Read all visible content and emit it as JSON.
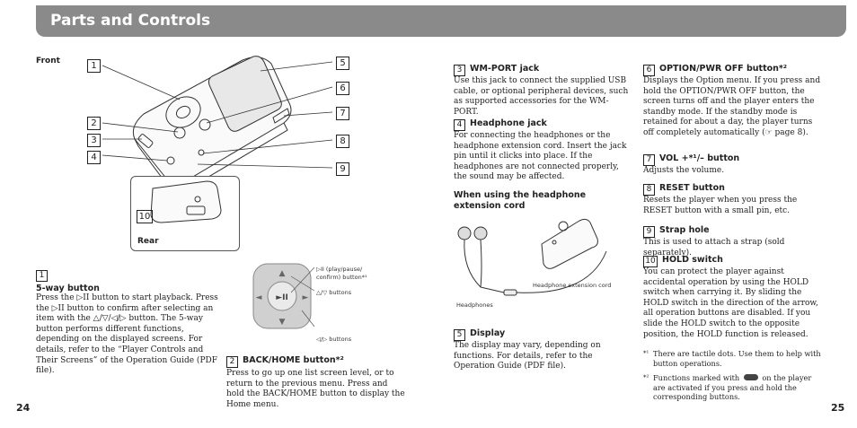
{
  "header": {
    "title": "Parts and Controls"
  },
  "figure": {
    "front_label": "Front",
    "rear_label": "Rear",
    "callouts": [
      "1",
      "5",
      "6",
      "2",
      "7",
      "3",
      "8",
      "4",
      "9",
      "10"
    ],
    "headphone_labels": {
      "headphones": "Headphones",
      "extension": "Headphone extension cord"
    }
  },
  "button_diagram": {
    "play_label": "▷II (play/pause/ confirm) button*¹",
    "updown_label": "△/▽ buttons",
    "leftright_label": "◁/▷ buttons"
  },
  "left_col": {
    "item1": {
      "num": "1",
      "title": "5-way button",
      "text": "Press the ▷II button to start playback. Press the ▷II button to confirm after selecting an item with the △/▽/◁/▷ button. The 5-way button performs different functions, depending on the displayed screens. For details, refer to the “Player Controls and Their Screens” of the Operation Guide (PDF file)."
    },
    "item2": {
      "num": "2",
      "title": "BACK/HOME button*²",
      "text": "Press to go up one list screen level, or to return to the previous menu. Press and hold the BACK/HOME button to display the Home menu."
    }
  },
  "mid_col": {
    "item3": {
      "num": "3",
      "title": "WM-PORT jack",
      "text": "Use this jack to connect the supplied USB cable, or optional peripheral devices, such as supported accessories for the WM-PORT."
    },
    "item4": {
      "num": "4",
      "title": "Headphone jack",
      "text": "For connecting the headphones or the headphone extension cord. Insert the jack pin until it clicks into place. If the headphones are not connected properly, the sound may be affected."
    },
    "sub_heading": "When using the headphone extension cord",
    "item5": {
      "num": "5",
      "title": "Display",
      "text": "The display may vary, depending on functions. For details, refer to the Operation Guide (PDF file)."
    }
  },
  "right_col": {
    "item6": {
      "num": "6",
      "title": "OPTION/PWR OFF button*²",
      "text": "Displays the Option menu. If you press and hold the OPTION/PWR OFF button, the screen turns off and the player enters the standby mode. If the standby mode is retained for about a day, the player turns off completely automatically (☞ page 8)."
    },
    "item7": {
      "num": "7",
      "title": "VOL +*¹/– button",
      "text": "Adjusts the volume."
    },
    "item8": {
      "num": "8",
      "title": "RESET button",
      "text": "Resets the player when you press the RESET button with a small pin, etc."
    },
    "item9": {
      "num": "9",
      "title": "Strap hole",
      "text": "This is used to attach a strap (sold separately)."
    },
    "item10": {
      "num": "10",
      "title": "HOLD switch",
      "text": "You can protect the player against accidental operation by using the HOLD switch when carrying it. By sliding the HOLD switch in the direction of the arrow, all operation buttons are disabled. If you slide the HOLD switch to the opposite position, the HOLD function is released."
    },
    "note1": {
      "mark": "*¹",
      "text": "There are tactile dots. Use them to help with button operations."
    },
    "note2": {
      "mark": "*²",
      "text_before": "Functions marked with",
      "text_after": "on the player are activated if you press and hold the corresponding buttons."
    }
  },
  "footer": {
    "page_left": "24",
    "page_right": "25"
  }
}
